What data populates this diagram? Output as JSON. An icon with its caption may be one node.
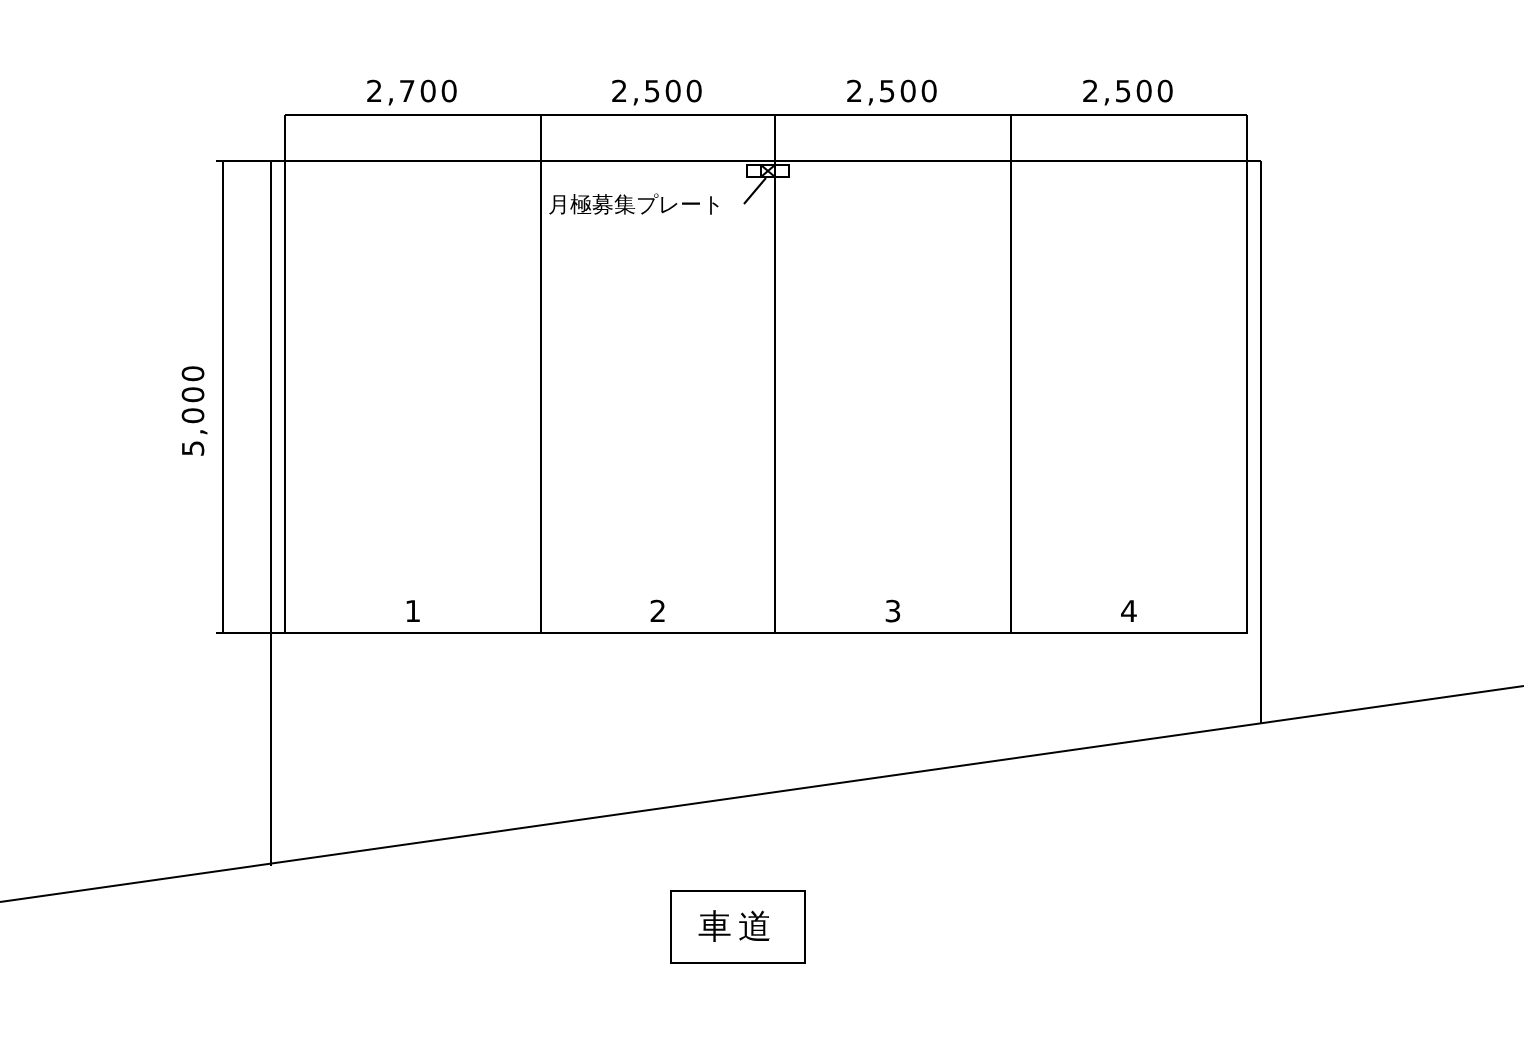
{
  "diagram": {
    "nodes": [
      {
        "text": [
          "1"
        ]
      },
      {
        "text": [
          "2"
        ]
      },
      {
        "text": [
          "3"
        ]
      },
      {
        "text": [
          "4"
        ]
      },
      {
        "text": [
          "月極募集プレート"
        ],
        "in": 1
      },
      {
        "text": [],
        "shape": "box"
      },
      {
        "text": [
          "車道"
        ]
      }
    ],
    "edges": [
      {
        "from": 4,
        "to": 5,
        "arrow": "none"
      }
    ],
    "labels": [
      "2,700",
      "2,500",
      "2,500",
      "2,500",
      "5,000"
    ]
  }
}
